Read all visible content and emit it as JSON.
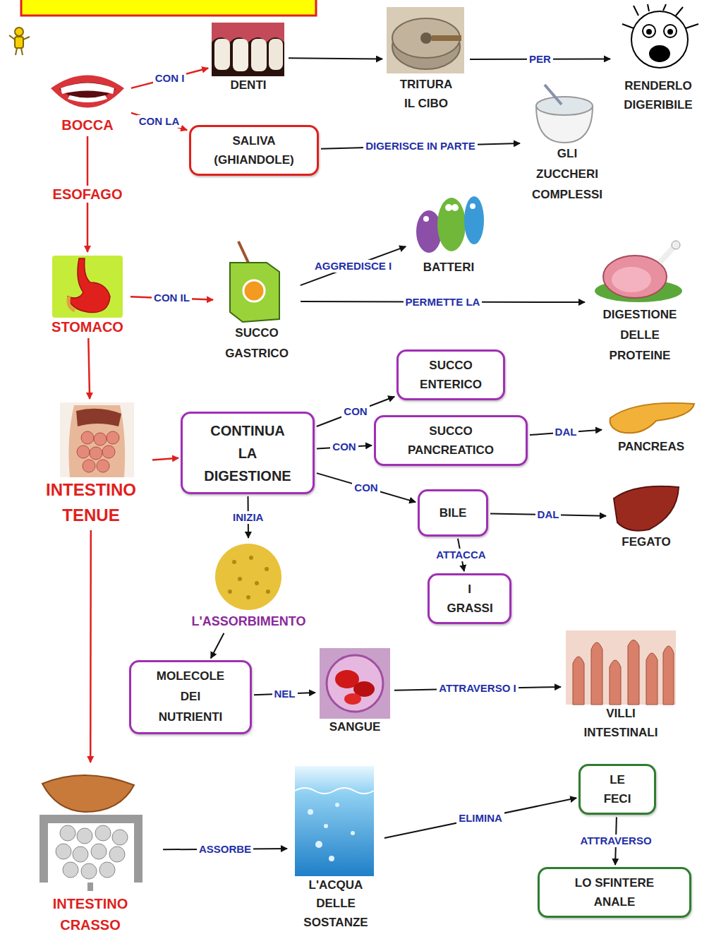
{
  "diagram": {
    "nodes": [
      {
        "text": [
          "BOCCA"
        ]
      },
      {
        "text": [
          "DENTI"
        ]
      },
      {
        "text": [
          "TRITURA IL CIBO"
        ]
      },
      {
        "text": [
          "RENDERLO DIGERIBILE"
        ]
      },
      {
        "text": [
          "SALIVA (GHIANDOLE)"
        ]
      },
      {
        "text": [
          "GLI ZUCCHERI COMPLESSI"
        ]
      },
      {
        "text": [
          "STOMACO"
        ]
      },
      {
        "text": [
          "SUCCO GASTRICO"
        ]
      },
      {
        "text": [
          "BATTERI"
        ]
      },
      {
        "text": [
          "DIGESTIONE DELLE PROTEINE"
        ]
      },
      {
        "text": [
          "SUCCO ENTERICO"
        ]
      },
      {
        "text": [
          "INTESTINO TENUE"
        ]
      },
      {
        "text": [
          "CONTINUA LA DIGESTIONE"
        ]
      },
      {
        "text": [
          "SUCCO PANCREATICO"
        ]
      },
      {
        "text": [
          "PANCREAS"
        ]
      },
      {
        "text": [
          "BILE"
        ]
      },
      {
        "text": [
          "FEGATO"
        ]
      },
      {
        "text": [
          "I GRASSI"
        ]
      },
      {
        "text": [
          "L'ASSORBIMENTO"
        ]
      },
      {
        "text": [
          "MOLECOLE DEI NUTRIENTI"
        ]
      },
      {
        "text": [
          "SANGUE"
        ]
      },
      {
        "text": [
          "VILLI INTESTINALI"
        ]
      },
      {
        "text": [
          "LE FECI"
        ]
      },
      {
        "text": [
          "INTESTINO CRASSO"
        ]
      },
      {
        "text": [
          "L'ACQUA DELLE SOSTANZE"
        ]
      },
      {
        "text": [
          "LO SFINTERE ANALE"
        ]
      }
    ],
    "edges": [
      {
        "from": 0,
        "to": 1,
        "label": "CON I",
        "arrow": "to"
      },
      {
        "from": 1,
        "to": 2,
        "arrow": "to"
      },
      {
        "from": 2,
        "to": 3,
        "label": "PER",
        "arrow": "to"
      },
      {
        "from": 0,
        "to": 4,
        "label": "CON LA",
        "arrow": "to"
      },
      {
        "from": 4,
        "to": 5,
        "label": "DIGERISCE IN PARTE",
        "arrow": "to"
      },
      {
        "from": 0,
        "to": 6,
        "label": "ESOFAGO",
        "arrow": "to"
      },
      {
        "from": 6,
        "to": 7,
        "label": "CON IL",
        "arrow": "to"
      },
      {
        "from": 7,
        "to": 8,
        "label": "AGGREDISCE I",
        "arrow": "to"
      },
      {
        "from": 7,
        "to": 9,
        "label": "PERMETTE LA",
        "arrow": "to"
      },
      {
        "from": 6,
        "to": 11,
        "arrow": "to"
      },
      {
        "from": 11,
        "to": 12,
        "arrow": "to"
      },
      {
        "from": 12,
        "to": 10,
        "label": "CON",
        "arrow": "to"
      },
      {
        "from": 12,
        "to": 13,
        "label": "CON",
        "arrow": "to"
      },
      {
        "from": 13,
        "to": 14,
        "label": "DAL",
        "arrow": "to"
      },
      {
        "from": 12,
        "to": 15,
        "label": "CON",
        "arrow": "to"
      },
      {
        "from": 15,
        "to": 16,
        "label": "DAL",
        "arrow": "to"
      },
      {
        "from": 15,
        "to": 17,
        "label": "ATTACCA",
        "arrow": "to"
      },
      {
        "from": 12,
        "to": 18,
        "label": "INIZIA",
        "arrow": "to"
      },
      {
        "from": 18,
        "to": 19,
        "arrow": "to"
      },
      {
        "from": 19,
        "to": 20,
        "label": "NEL",
        "arrow": "to"
      },
      {
        "from": 20,
        "to": 21,
        "label": "ATTRAVERSO I",
        "arrow": "to"
      },
      {
        "from": 11,
        "to": 23,
        "arrow": "to"
      },
      {
        "from": 23,
        "to": 24,
        "label": "ASSORBE",
        "arrow": "to"
      },
      {
        "from": 24,
        "to": 22,
        "label": "ELIMINA",
        "arrow": "to"
      },
      {
        "from": 22,
        "to": 25,
        "label": "ATTRAVERSO",
        "arrow": "to"
      }
    ]
  }
}
